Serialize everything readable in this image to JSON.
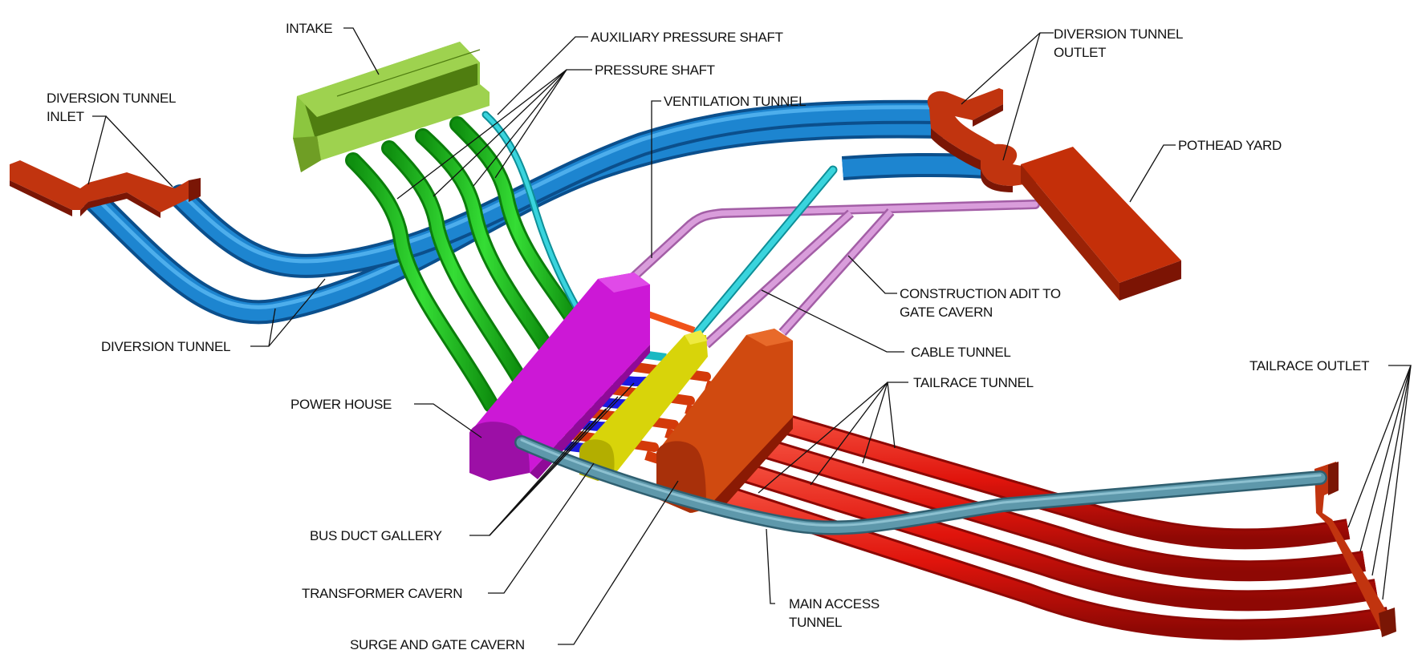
{
  "diagram": {
    "title": "Underground hydropower project layout (isometric)",
    "background": "#ffffff",
    "colors": {
      "intake": "#8cc63f",
      "intake_dark": "#4f7d10",
      "pressure_shaft": "#22c322",
      "auxiliary_pressure_shaft": "#2fc9d2",
      "diversion_tunnel": "#1d85d0",
      "diversion_structure": "#c1340f",
      "diversion_structure_dark": "#7a1605",
      "ventilation_tunnel": "#d08ad2",
      "cable_tunnel": "#2fc9d2",
      "power_house": "#cc18d6",
      "power_house_dark": "#8f0a98",
      "bus_duct": "#1a1ae0",
      "bus_link": "#f0521a",
      "transformer_cavern": "#d8d40a",
      "transformer_cavern_dark": "#a4a000",
      "surge_gate_cavern": "#d04a10",
      "surge_gate_cavern_dark": "#8a1a04",
      "tailrace_tunnel": "#e0140c",
      "main_access_tunnel": "#5e98ab",
      "pothead_yard": "#c42f09",
      "pothead_yard_dark": "#7c1404",
      "leader_line": "#111111",
      "label_text": "#111111"
    },
    "labels": [
      {
        "id": "intake",
        "lines": [
          "INTAKE"
        ]
      },
      {
        "id": "auxiliary-pressure-shaft",
        "lines": [
          "AUXILIARY PRESSURE SHAFT"
        ]
      },
      {
        "id": "pressure-shaft",
        "lines": [
          "PRESSURE SHAFT"
        ]
      },
      {
        "id": "diversion-tunnel-inlet",
        "lines": [
          "DIVERSION TUNNEL",
          "INLET"
        ]
      },
      {
        "id": "ventilation-tunnel",
        "lines": [
          "VENTILATION TUNNEL"
        ]
      },
      {
        "id": "diversion-tunnel-outlet",
        "lines": [
          "DIVERSION TUNNEL",
          "OUTLET"
        ]
      },
      {
        "id": "pothead-yard",
        "lines": [
          "POTHEAD YARD"
        ]
      },
      {
        "id": "construction-adit",
        "lines": [
          "CONSTRUCTION ADIT TO",
          "GATE CAVERN"
        ]
      },
      {
        "id": "cable-tunnel",
        "lines": [
          "CABLE TUNNEL"
        ]
      },
      {
        "id": "tailrace-tunnel",
        "lines": [
          "TAILRACE TUNNEL"
        ]
      },
      {
        "id": "tailrace-outlet",
        "lines": [
          "TAILRACE OUTLET"
        ]
      },
      {
        "id": "diversion-tunnel",
        "lines": [
          "DIVERSION TUNNEL"
        ]
      },
      {
        "id": "power-house",
        "lines": [
          "POWER HOUSE"
        ]
      },
      {
        "id": "bus-duct-gallery",
        "lines": [
          "BUS DUCT GALLERY"
        ]
      },
      {
        "id": "transformer-cavern",
        "lines": [
          "TRANSFORMER CAVERN"
        ]
      },
      {
        "id": "surge-and-gate-cavern",
        "lines": [
          "SURGE AND GATE CAVERN"
        ]
      },
      {
        "id": "main-access-tunnel",
        "lines": [
          "MAIN ACCESS",
          "TUNNEL"
        ]
      }
    ],
    "counts": {
      "pressure_shafts": 4,
      "diversion_tunnels": 2,
      "tailrace_tunnels": 4,
      "bus_ducts": 4
    }
  }
}
